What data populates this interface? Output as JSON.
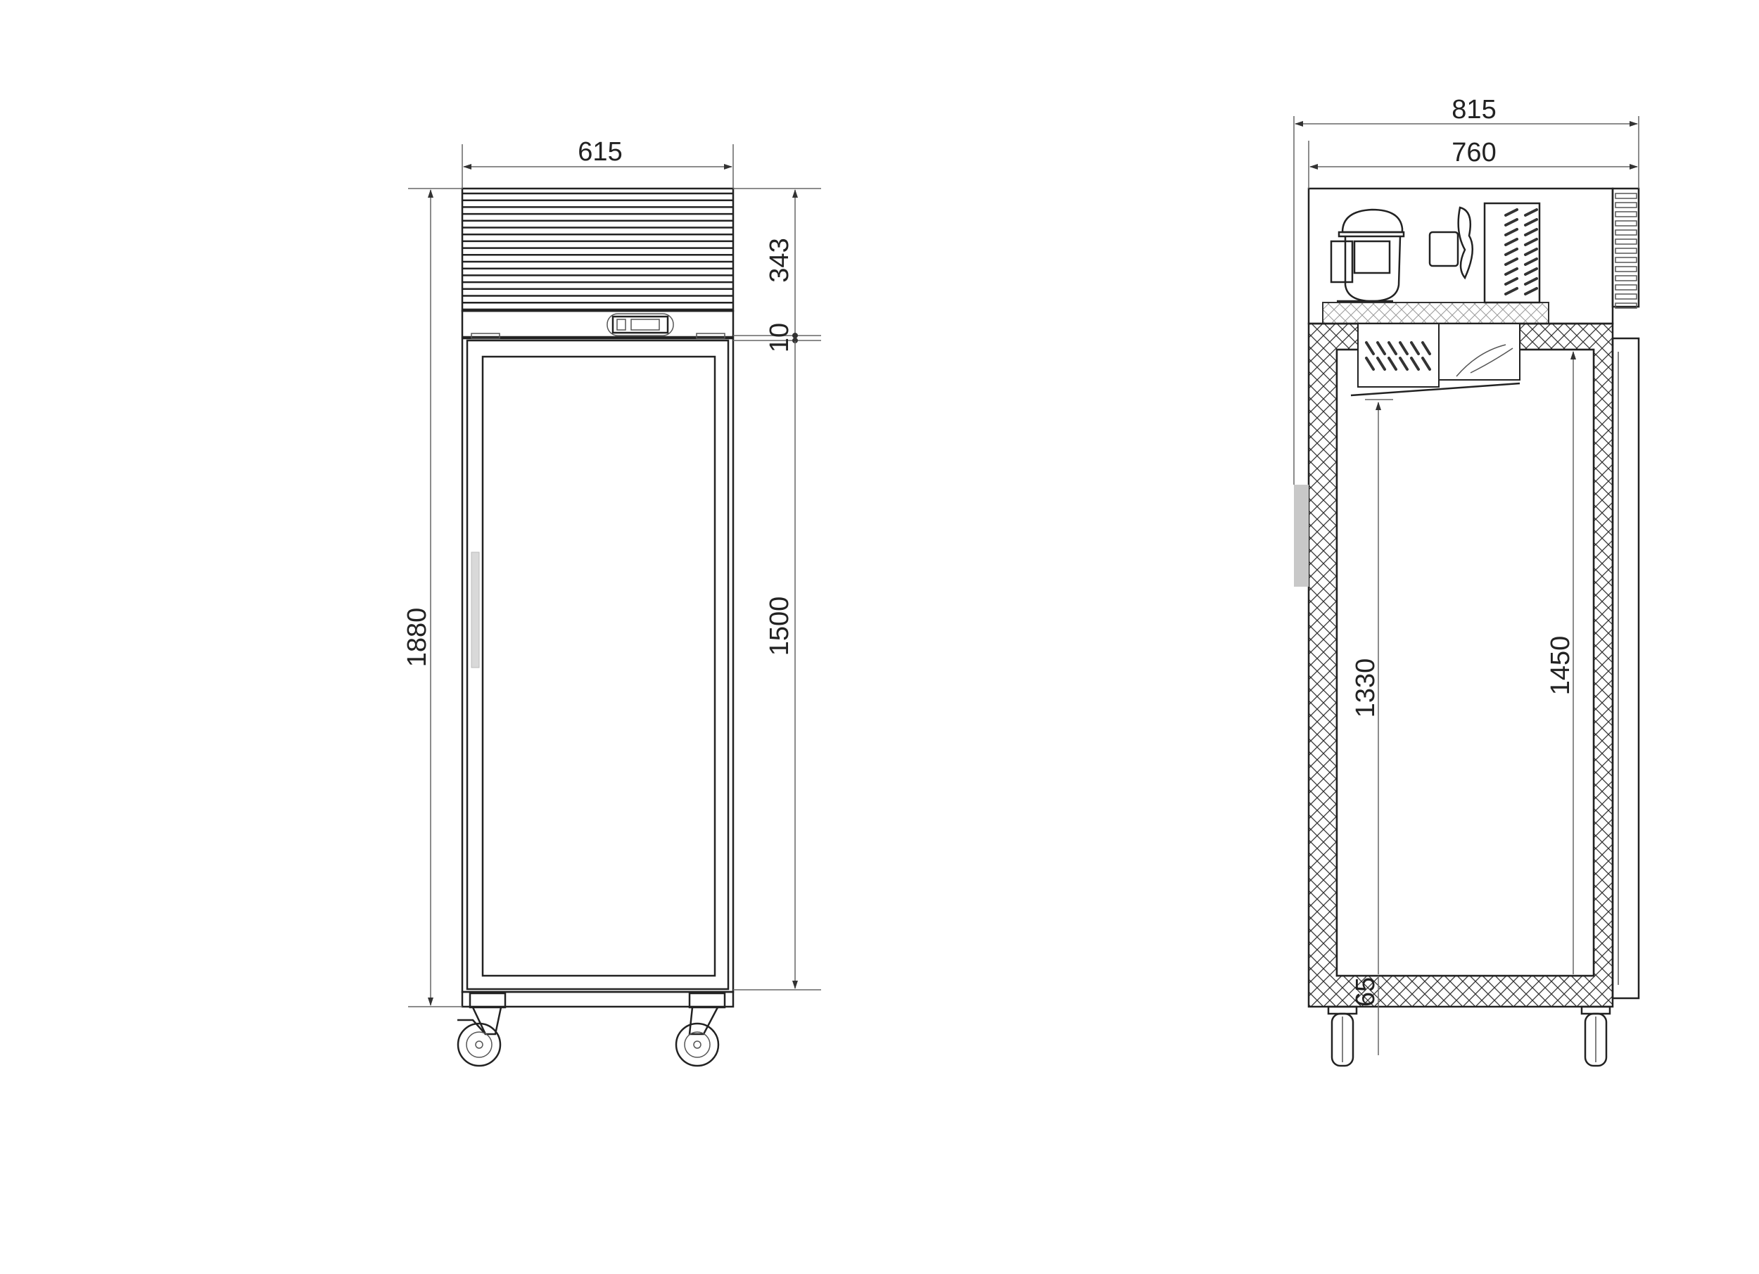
{
  "front_view": {
    "width_label": "615",
    "total_height_label": "1880",
    "top_unit_height_label": "343",
    "gap_label": "10",
    "door_height_label": "1500"
  },
  "side_view": {
    "overall_depth_label": "815",
    "body_depth_label": "760",
    "interior_clear_height_label": "1330",
    "interior_height_label": "1450",
    "floor_thickness_label": "65"
  },
  "colors": {
    "line": "#222222",
    "handle": "#d9d9d9",
    "gasket_strip": "#c8c8c8"
  }
}
